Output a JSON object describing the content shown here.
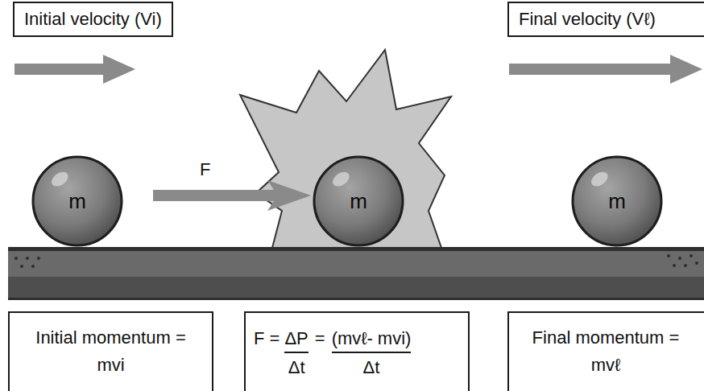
{
  "diagram": {
    "nodes": [
      {
        "text": [
          "Initial velocity (Vi)"
        ]
      },
      {
        "text": [
          "Final velocity (Vℓ)"
        ]
      },
      {
        "text": [
          "m"
        ]
      },
      {
        "text": [
          "m"
        ]
      },
      {
        "text": [
          "m"
        ]
      },
      {
        "text": [
          "Initial momentum = mvi"
        ]
      },
      {
        "text": [
          "F =",
          "ΔP",
          "Δt",
          "=",
          "(mvℓ- mvi)",
          "Δt"
        ]
      },
      {
        "text": [
          "Final momentum = mvℓ"
        ]
      }
    ],
    "labels": [
      "F"
    ]
  }
}
